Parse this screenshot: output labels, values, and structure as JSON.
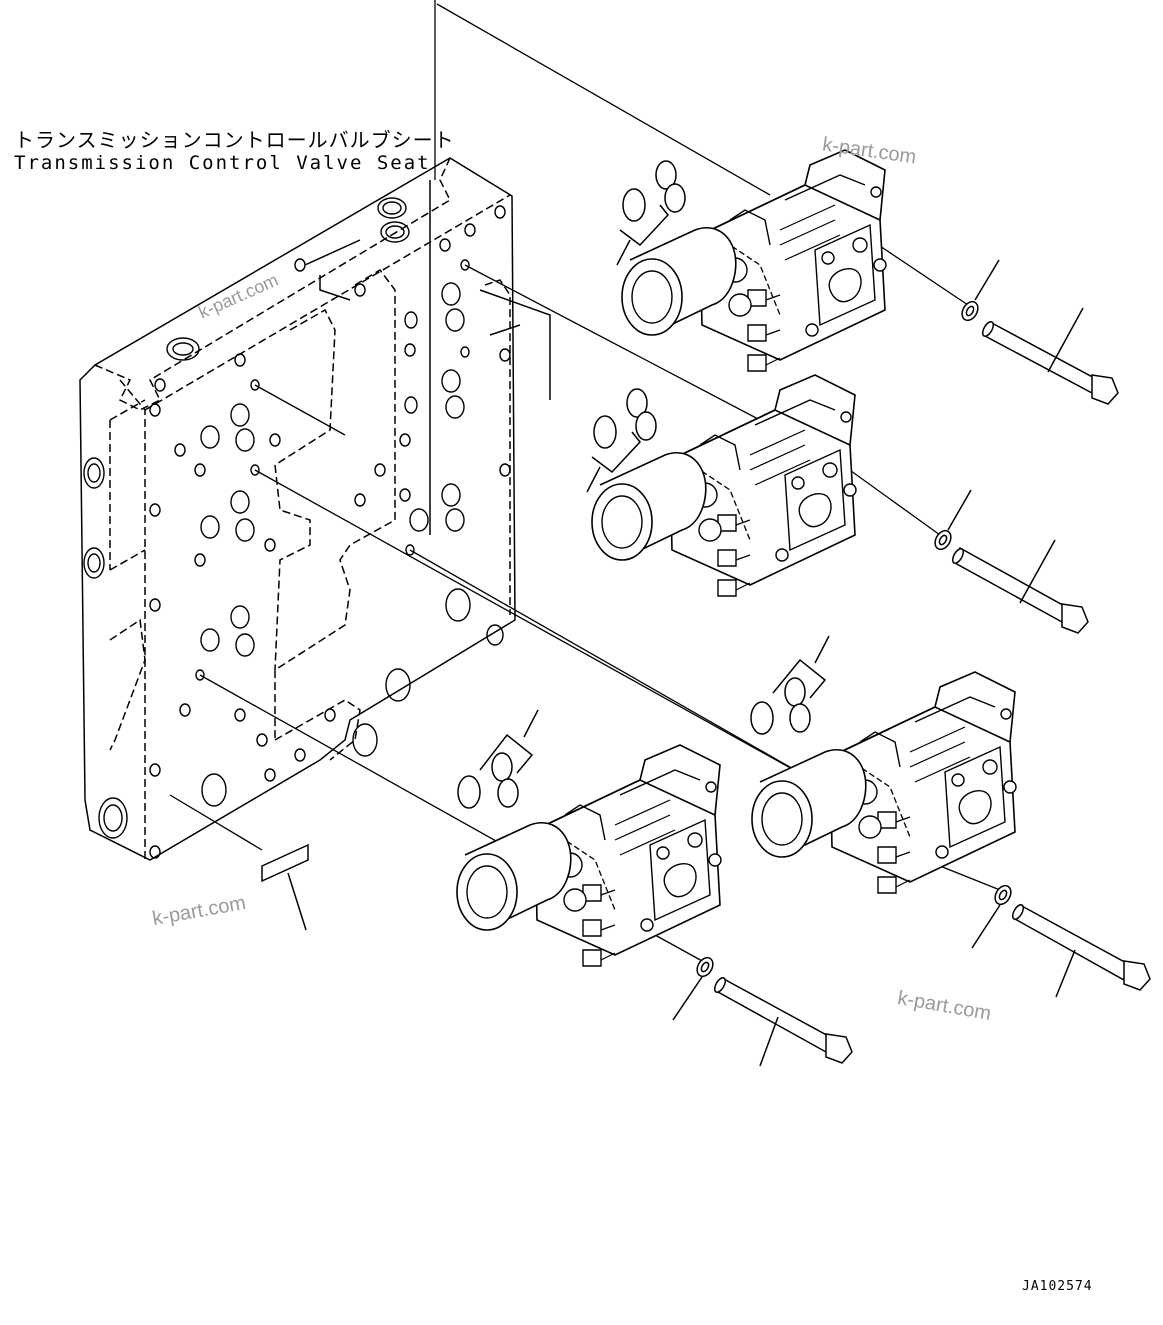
{
  "title": {
    "japanese": "トランスミッションコントロールバルブシート",
    "english": "Transmission Control Valve Seat"
  },
  "reference_code": "JA102574",
  "watermarks": [
    "k-part.com",
    "k-part.com",
    "k-part.com",
    "k-part.com"
  ],
  "colors": {
    "line": "#000000",
    "watermark": "#9a9a9a",
    "background": "#ffffff"
  }
}
